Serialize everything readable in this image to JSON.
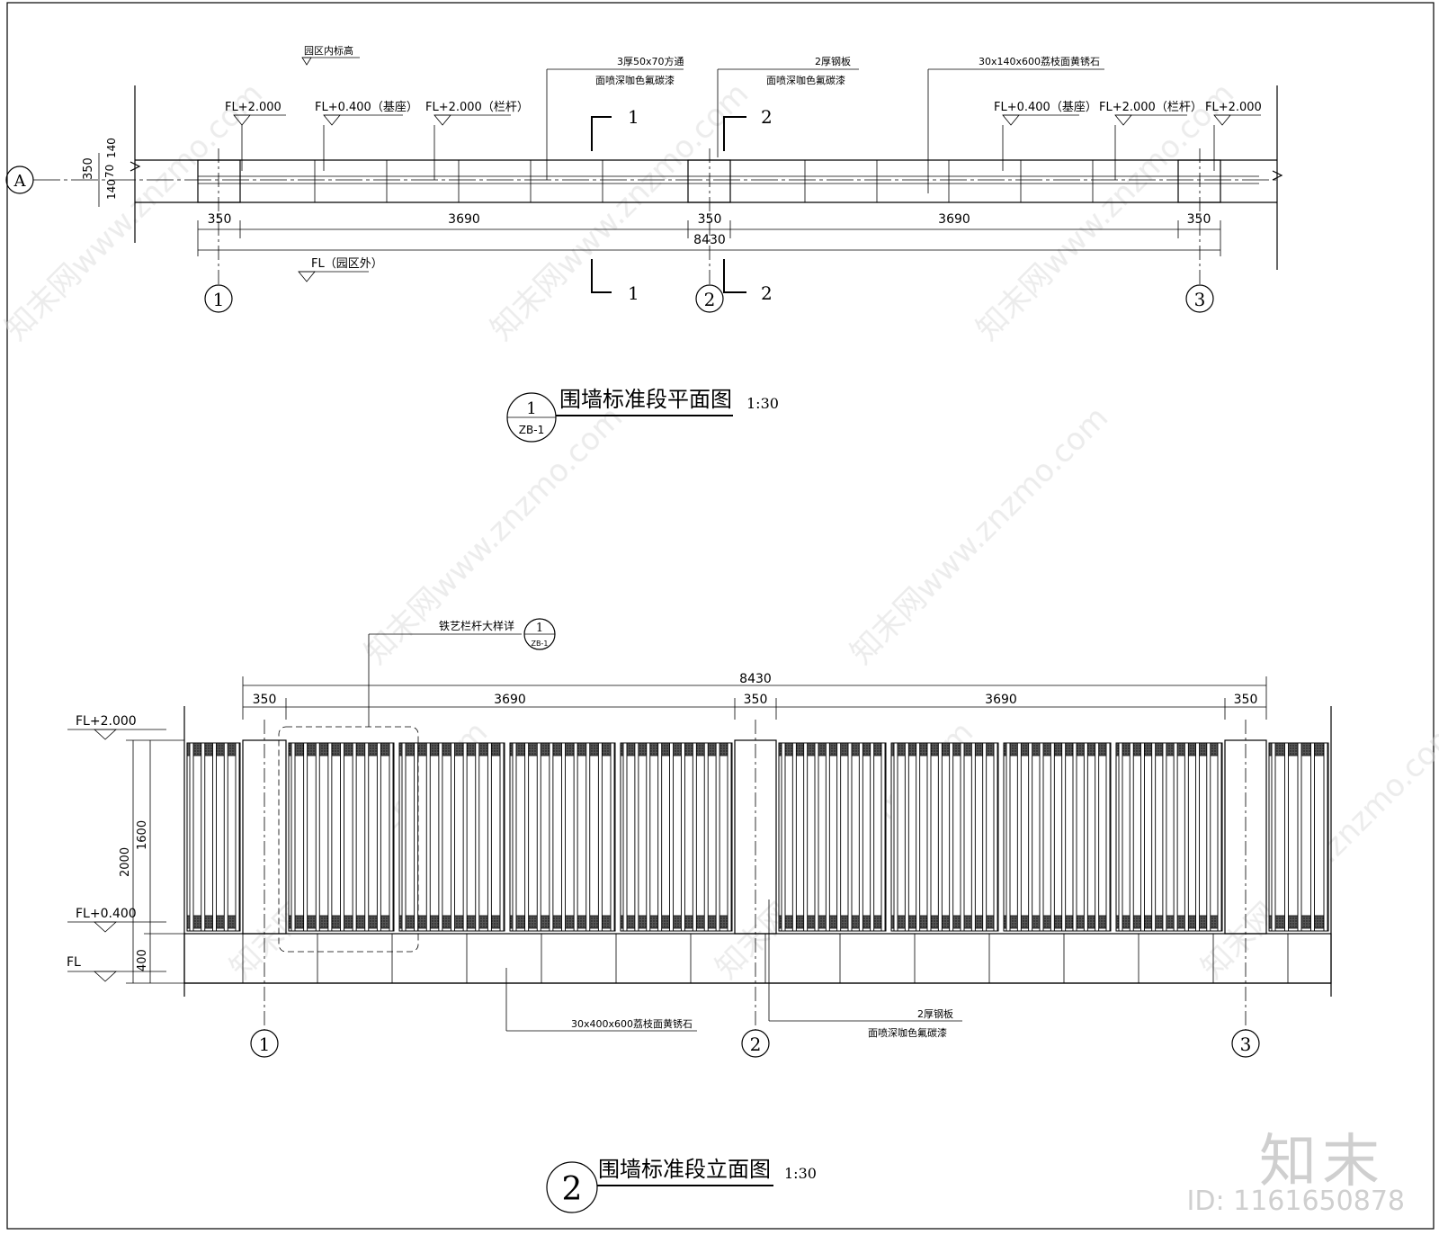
{
  "plan": {
    "grid_a": "A",
    "levels": {
      "inner_level_note": "园区内标高",
      "fl_2000_left": "FL+2.000",
      "fl_0400_base_left": "FL+0.400（基座）",
      "fl_2000_rail_left": "FL+2.000（栏杆）",
      "fl_0400_base_right": "FL+0.400（基座）",
      "fl_2000_rail_right": "FL+2.000（栏杆）",
      "fl_2000_right": "FL+2.000",
      "fl_outside": "FL（园区外）"
    },
    "callouts": {
      "tube_line1": "3厚50x70方通",
      "tube_line2": "面喷深咖色氟碳漆",
      "plate_line1": "2厚钢板",
      "plate_line2": "面喷深咖色氟碳漆",
      "stone": "30x140x600荔枝面黄锈石"
    },
    "vertical_dims": {
      "d350": "350",
      "d140a": "140",
      "d70": "70",
      "d140b": "140"
    },
    "dims": {
      "d1": "350",
      "d2": "3690",
      "d3": "350",
      "d4": "3690",
      "d5": "350",
      "total": "8430"
    },
    "sections": {
      "s1": "1",
      "s2": "2"
    },
    "axes": {
      "a1": "1",
      "a2": "2",
      "a3": "3"
    },
    "title": "围墙标准段平面图",
    "scale": "1:30",
    "title_num": "1",
    "title_sheet": "ZB-1"
  },
  "elevation": {
    "detail_note": "铁艺栏杆大样详",
    "detail_num": "1",
    "detail_sheet": "ZB-1",
    "dims": {
      "total": "8430",
      "d1": "350",
      "d2": "3690",
      "d3": "350",
      "d4": "3690",
      "d5": "350"
    },
    "levels": {
      "fl_2000": "FL+2.000",
      "fl_0400": "FL+0.400",
      "fl": "FL"
    },
    "vertical_dims": {
      "d2000": "2000",
      "d1600": "1600",
      "d400": "400"
    },
    "callouts": {
      "stone": "30x400x600荔枝面黄锈石",
      "plate_line1": "2厚钢板",
      "plate_line2": "面喷深咖色氟碳漆"
    },
    "axes": {
      "a1": "1",
      "a2": "2",
      "a3": "3"
    },
    "title": "围墙标准段立面图",
    "scale": "1:30",
    "title_num": "2"
  },
  "watermark": {
    "brand": "知末",
    "id": "ID: 1161650878",
    "site": "知末网www.znzmo.com"
  }
}
